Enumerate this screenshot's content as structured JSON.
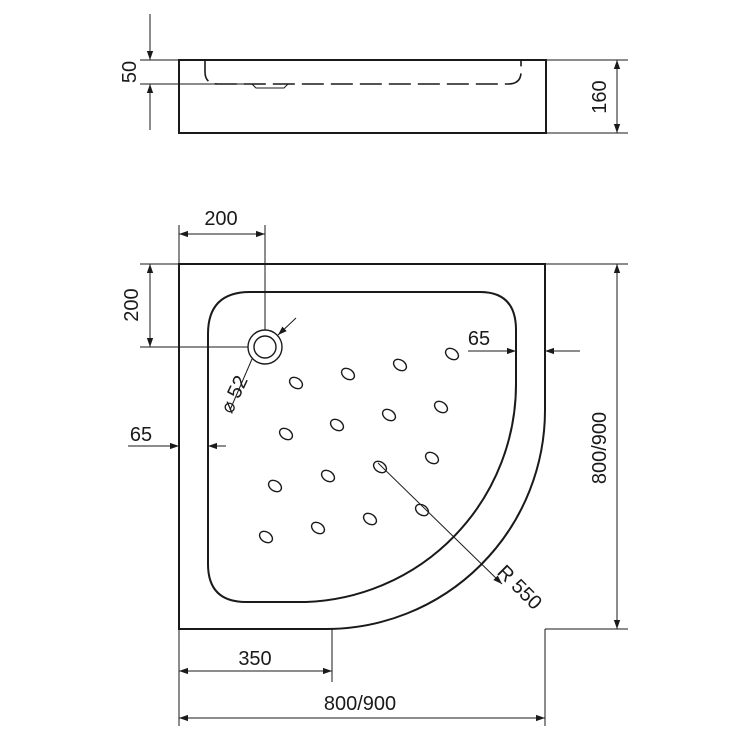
{
  "dimensions": {
    "rim_depth": "50",
    "total_height": "160",
    "drain_offset_x": "200",
    "drain_offset_y": "200",
    "drain_diameter": "⌀ 52",
    "rim_width_right": "65",
    "rim_width_left": "65",
    "curve_radius": "R 550",
    "straight_edge": "350",
    "width": "800/900",
    "depth": "800/900"
  }
}
